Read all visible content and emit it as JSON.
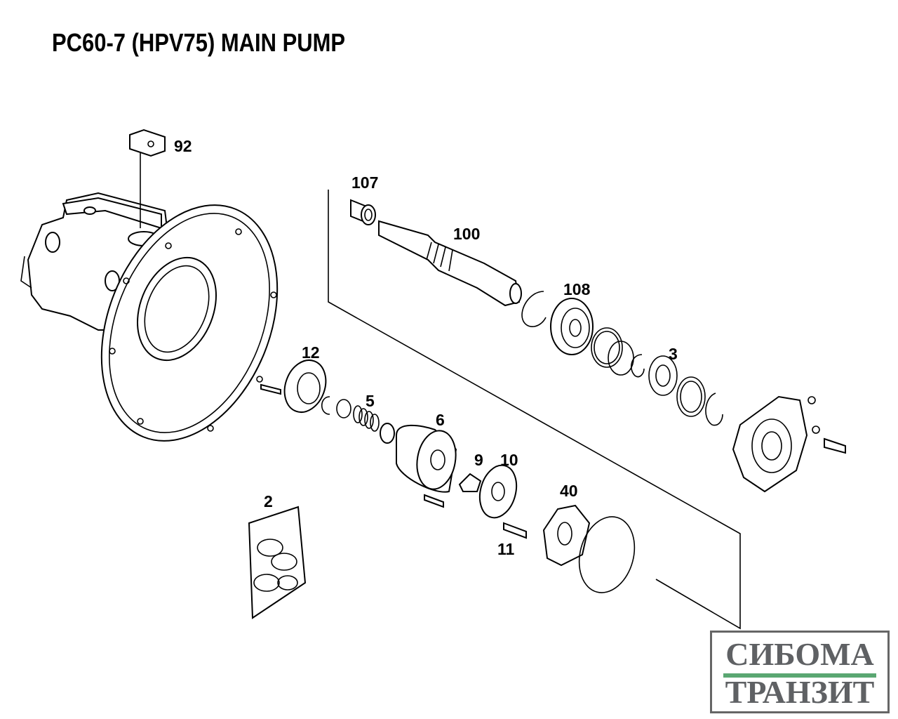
{
  "title": "PC60-7 (HPV75) MAIN PUMP",
  "part_labels": {
    "p92": "92",
    "p107": "107",
    "p100": "100",
    "p108": "108",
    "p3": "3",
    "p12": "12",
    "p5": "5",
    "p6": "6",
    "p9": "9",
    "p10": "10",
    "p40": "40",
    "p11": "11",
    "p2": "2"
  },
  "logo": {
    "line1": "СИБОМА",
    "line2": "ТРАНЗИТ",
    "accent_color": "#5aa772",
    "text_color": "#5f6164"
  }
}
